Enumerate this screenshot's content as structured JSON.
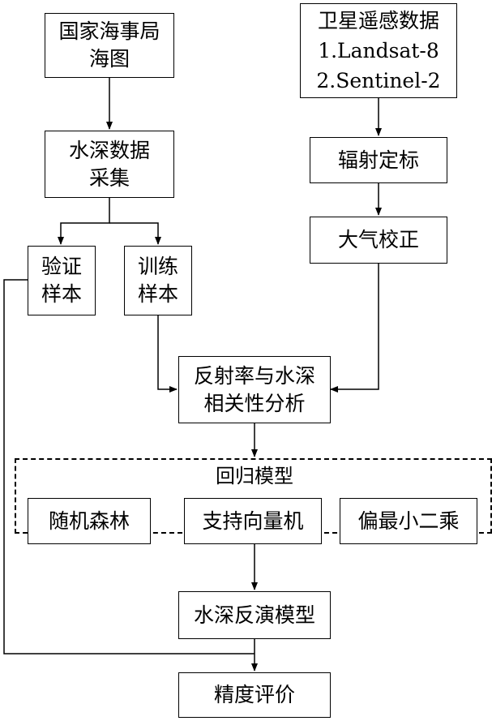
{
  "nodes": {
    "msa_chart": {
      "lines": [
        "国家海事局",
        "海图"
      ]
    },
    "satellite": {
      "lines": [
        "卫星遥感数据",
        "1.Landsat-8",
        "2.Sentinel-2"
      ]
    },
    "depth_collection": {
      "lines": [
        "水深数据",
        "采集"
      ]
    },
    "radiometric": {
      "lines": [
        "辐射定标"
      ]
    },
    "atmospheric": {
      "lines": [
        "大气校正"
      ]
    },
    "validation": {
      "lines": [
        "验证",
        "样本"
      ]
    },
    "training": {
      "lines": [
        "训练",
        "样本"
      ]
    },
    "correlation": {
      "lines": [
        "反射率与水深",
        "相关性分析"
      ]
    },
    "regression_group": {
      "title": "回归模型"
    },
    "random_forest": {
      "lines": [
        "随机森林"
      ]
    },
    "svm": {
      "lines": [
        "支持向量机"
      ]
    },
    "pls": {
      "lines": [
        "偏最小二乘"
      ]
    },
    "inversion": {
      "lines": [
        "水深反演模型"
      ]
    },
    "accuracy": {
      "lines": [
        "精度评价"
      ]
    }
  }
}
